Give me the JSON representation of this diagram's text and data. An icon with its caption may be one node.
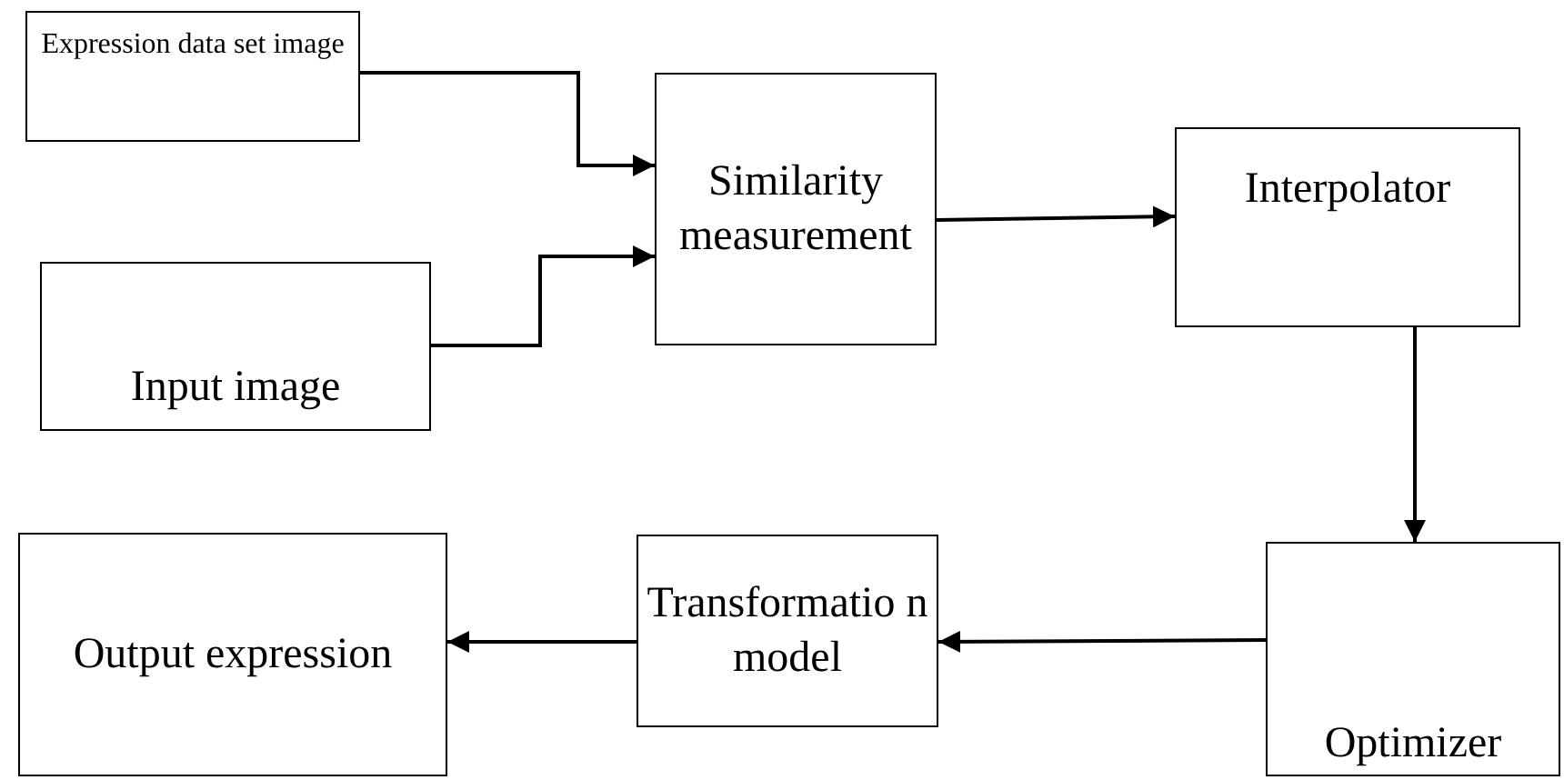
{
  "diagram": {
    "nodes": [
      {
        "text": [
          "Expression data set image"
        ]
      },
      {
        "text": [
          "Input image"
        ]
      },
      {
        "text": [
          "Similarity measurement"
        ]
      },
      {
        "text": [
          "Interpolator"
        ]
      },
      {
        "text": [
          "Optimizer"
        ]
      },
      {
        "text": [
          "Transformatio n model"
        ]
      },
      {
        "text": [
          "Output expression"
        ]
      }
    ],
    "edges": [
      {
        "from": 0,
        "to": 2,
        "arrow": "to"
      },
      {
        "from": 1,
        "to": 2,
        "arrow": "to"
      },
      {
        "from": 2,
        "to": 3,
        "arrow": "to"
      },
      {
        "from": 3,
        "to": 4,
        "arrow": "to"
      },
      {
        "from": 4,
        "to": 5,
        "arrow": "to"
      },
      {
        "from": 5,
        "to": 6,
        "arrow": "to"
      }
    ]
  }
}
